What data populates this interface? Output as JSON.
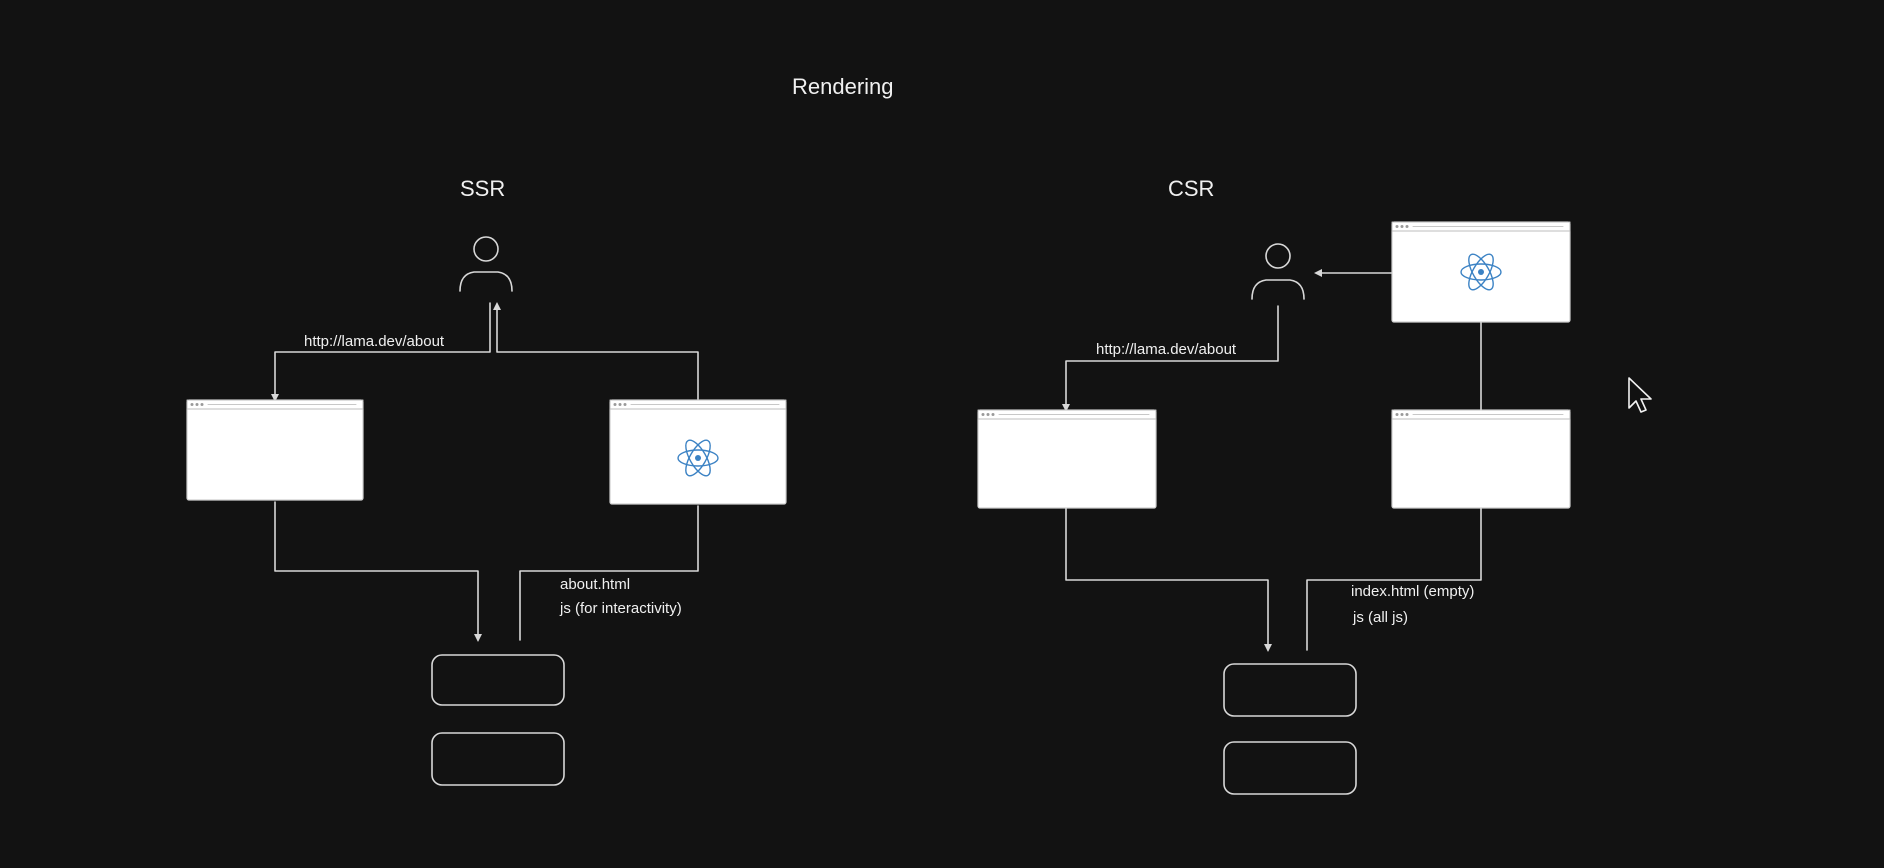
{
  "title": "Rendering",
  "ssr": {
    "heading": "SSR",
    "request_label": "http://lama.dev/about",
    "response_lines": [
      "about.html",
      "js (for interactivity)"
    ]
  },
  "csr": {
    "heading": "CSR",
    "request_label": "http://lama.dev/about",
    "response_lines": [
      "index.html (empty)",
      "js (all js)"
    ]
  },
  "icons": {
    "user": "user-icon",
    "react": "react-logo-icon",
    "cursor": "mouse-pointer-icon",
    "server": "server-box-icon",
    "browser": "browser-window-icon"
  },
  "colors": {
    "background": "#121212",
    "stroke": "#d8d8d8",
    "text": "#f0f0f0",
    "react_blue": "#3b82c4",
    "window_fill": "#ffffff"
  }
}
